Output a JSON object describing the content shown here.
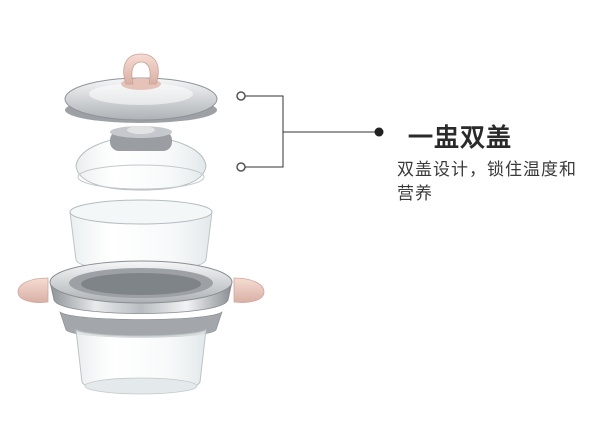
{
  "feature": {
    "title": "一盅双盖",
    "description": "双盖设计，锁住温度和营养"
  },
  "colors": {
    "background": "#ffffff",
    "steel": "#c9ccd0",
    "glass": "#e6ecee",
    "accent_pink": "#ecc9bf",
    "callout_line": "#333333"
  },
  "icons": {
    "callout_dot": "filled-circle",
    "anchor_points": "hollow-circle"
  }
}
